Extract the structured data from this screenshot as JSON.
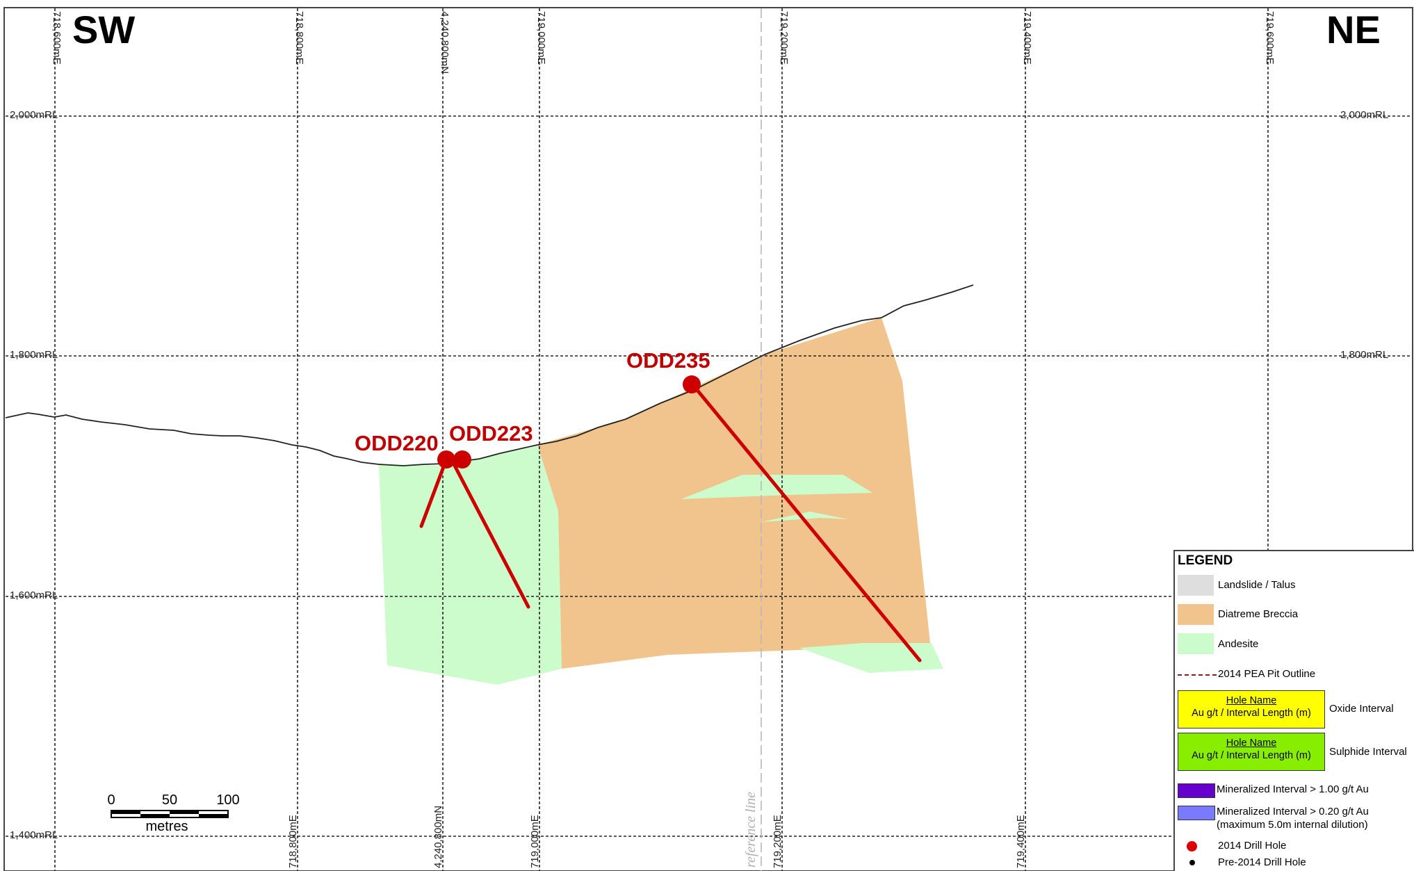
{
  "directions": {
    "left": "SW",
    "right": "NE"
  },
  "grid": {
    "easting_labels_top": [
      "718,600mE",
      "718,800mE",
      "4,240,800mN",
      "719,000mE",
      "719,200mE",
      "719,400mE",
      "719,600mE"
    ],
    "easting_labels_bottom": [
      "718,800mE",
      "4,240,800mN",
      "719,000mE",
      "719,200mE",
      "719,400mE"
    ],
    "elevation_labels_left": [
      "2,000mRL",
      "1,800mRL",
      "1,600mRL",
      "1,400mRL"
    ],
    "elevation_labels_right": [
      "2,000mRL",
      "1,800mRL"
    ],
    "reference_line_label": "reference line"
  },
  "drill_holes": [
    {
      "name": "ODD220"
    },
    {
      "name": "ODD223"
    },
    {
      "name": "ODD235"
    }
  ],
  "scale_bar": {
    "ticks": [
      "0",
      "50",
      "100"
    ],
    "unit": "metres"
  },
  "legend": {
    "title": "LEGEND",
    "items": {
      "landslide": "Landslide / Talus",
      "diatreme": "Diatreme Breccia",
      "andesite": "Andesite",
      "pea_pit": "2014 PEA Pit Outline",
      "oxide": {
        "hole_name": "Hole Name",
        "au_line": "Au g/t / Interval Length (m)",
        "label": "Oxide Interval"
      },
      "sulphide": {
        "hole_name": "Hole Name",
        "au_line": "Au g/t / Interval Length (m)",
        "label": "Sulphide Interval"
      },
      "mineralized_high": "Mineralized Interval > 1.00 g/t Au",
      "mineralized_low_1": "Mineralized Interval > 0.20 g/t Au",
      "mineralized_low_2": "(maximum 5.0m internal dilution)",
      "drill_2014": "2014 Drill Hole",
      "drill_pre2014": "Pre-2014 Drill Hole"
    }
  },
  "colors": {
    "landslide": "#dedede",
    "diatreme": "#f0c48c",
    "andesite": "#ccfccc",
    "drill": "#cc0000",
    "oxide": "#ffff00",
    "sulphide": "#88ee00",
    "mineralized_high": "#6600cc",
    "mineralized_low": "#7a7aff",
    "pea_pit": "#8b1a1a"
  }
}
